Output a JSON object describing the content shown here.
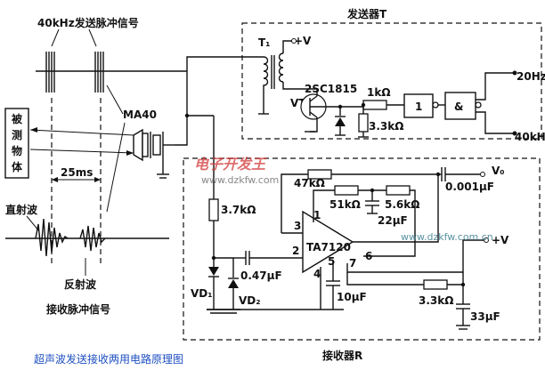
{
  "caption": "超声波发送接收两用电路原理图",
  "transmitter": {
    "title": "发送器T",
    "transformer": "T₁",
    "supply": "+V",
    "transistor": "VT",
    "transistor_model": "2SC1815",
    "r_base": "1kΩ",
    "r_pulldown": "3.3kΩ",
    "gate1": "1",
    "gate2": "&",
    "input_top": "20Hz",
    "input_bottom": "40kH"
  },
  "receiver": {
    "title": "接收器R",
    "ic": "TA7120",
    "pin1": "1",
    "pin2": "2",
    "pin3": "3",
    "pin4": "4",
    "pin5": "5",
    "pin6": "6",
    "pin7": "7",
    "r_feedback": "47kΩ",
    "r_51k": "51kΩ",
    "r_56k": "5.6kΩ",
    "c_22u": "22μF",
    "r_in": "3.7kΩ",
    "c_in": "0.47μF",
    "c_10u": "10μF",
    "r_out": "3.3kΩ",
    "c_33u": "33μF",
    "c_out": "0.001μF",
    "v_out": "V₀",
    "supply": "+V",
    "diode1": "VD₁",
    "diode2": "VD₂"
  },
  "transducer": "MA40",
  "object_label": [
    "被",
    "测",
    "物",
    "体"
  ],
  "waveforms": {
    "tx_title": "40kHz发送脉冲信号",
    "interval": "25ms",
    "direct_wave": "直射波",
    "reflect_wave": "反射波",
    "rx_title": "接收脉冲信号"
  },
  "watermark": {
    "brand": "电子开发王",
    "url1": "www.dzkfw.com",
    "url2": "www.dzkfw.com.cn"
  }
}
